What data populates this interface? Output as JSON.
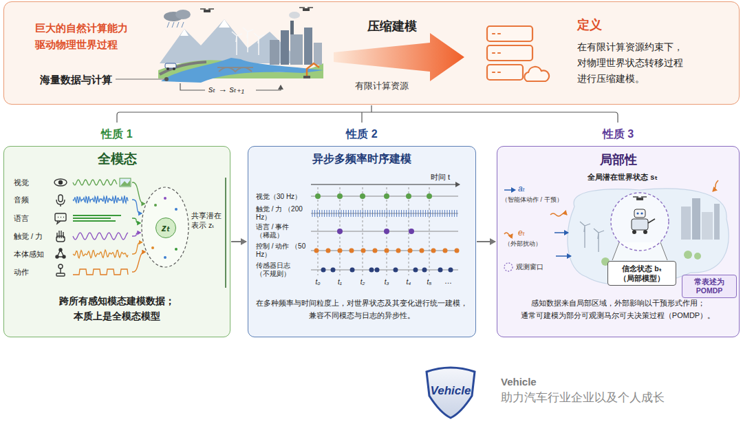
{
  "diagram": {
    "nodes": [
      {
        "text": [
          "巨大的自然计算能力 驱动物理世界过程",
          "海量数据与计算",
          "压缩建模",
          "有限计算资源",
          "定义",
          "在有限计算资源约束下， 对物理世界状态转移过程 进行压缩建模。"
        ]
      },
      {
        "text": [
          "性质 1",
          "全模态",
          "跨所有感知模态建模数据； 本质上是全模态模型"
        ]
      },
      {
        "text": [
          "zₜ"
        ],
        "in": 1
      },
      {
        "text": [
          "性质 2",
          "异步多频率时序建模",
          "在多种频率与时间粒度上，对世界状态及其变化进行统一建模， 兼容不同模态与日志的异步性。"
        ]
      },
      {
        "text": [
          "性质 3",
          "局部性",
          "感知数据来自局部区域，外部影响以干预形式作用； 通常可建模为部分可观测马尔可夫决策过程（POMDP）。"
        ]
      },
      {
        "text": [
          "信念状态 bₜ （局部模型）"
        ],
        "in": 4
      },
      {
        "text": [
          "常表述为 POMDP"
        ],
        "in": 4
      }
    ],
    "edges": [
      {
        "from": 1,
        "to": 3,
        "arrow": "to"
      },
      {
        "from": 3,
        "to": 4,
        "arrow": "to"
      }
    ],
    "labels": [
      "sₜ → sₜ₊₁",
      "视觉",
      "音频",
      "语言",
      "触觉 / 力",
      "本体感知",
      "动作",
      "共享潜在表示 zₜ",
      "时间 t",
      "视觉（30 Hz）",
      "触觉 / 力 （200 Hz）",
      "语言 / 事件 （稀疏）",
      "控制 / 动作 （50 Hz）",
      "传感器日志 （不规则）",
      "t₀",
      "t₁",
      "t₂",
      "t₃",
      "t₄",
      "t₅",
      "…",
      "全局潜在世界状态 sₜ",
      "aₜ",
      "（智能体动作 / 干预）",
      "eₜ",
      "（外部扰动）",
      "观测窗口",
      "Vehicle",
      "Vehicle",
      "助力汽车行业企业以及个人成长"
    ]
  }
}
